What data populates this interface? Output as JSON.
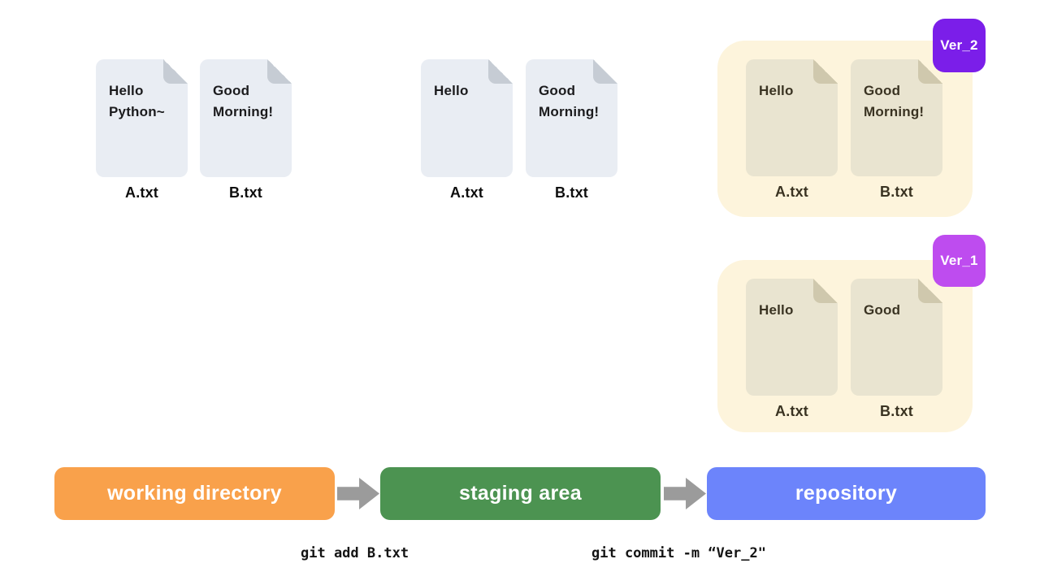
{
  "diagram": {
    "working_directory": {
      "label": "working directory",
      "files": [
        {
          "name": "A.txt",
          "content": "Hello\nPython~"
        },
        {
          "name": "B.txt",
          "content": "Good\nMorning!"
        }
      ]
    },
    "staging_area": {
      "label": "staging area",
      "files": [
        {
          "name": "A.txt",
          "content": "Hello"
        },
        {
          "name": "B.txt",
          "content": "Good\nMorning!"
        }
      ]
    },
    "repository": {
      "label": "repository",
      "versions": [
        {
          "tag": "Ver_2",
          "files": [
            {
              "name": "A.txt",
              "content": "Hello"
            },
            {
              "name": "B.txt",
              "content": "Good\nMorning!"
            }
          ]
        },
        {
          "tag": "Ver_1",
          "files": [
            {
              "name": "A.txt",
              "content": "Hello"
            },
            {
              "name": "B.txt",
              "content": "Good"
            }
          ]
        }
      ]
    },
    "commands": {
      "add": "git add B.txt",
      "commit": "git commit -m “Ver_2\""
    },
    "colors": {
      "working_directory_box": "#F9A14B",
      "staging_area_box": "#4C9351",
      "repository_box": "#6C84FB",
      "flow_arrow": "#9B9B9B",
      "file_gray": "#E9EDF3",
      "file_gray_fold": "#C6CCD4",
      "repo_panel_cream": "#FDF4DC",
      "file_beige": "#E9E4D0",
      "file_beige_fold": "#CFC8AD",
      "ver2_badge": "#7B1EE9",
      "ver1_badge": "#BE4CEF"
    }
  }
}
